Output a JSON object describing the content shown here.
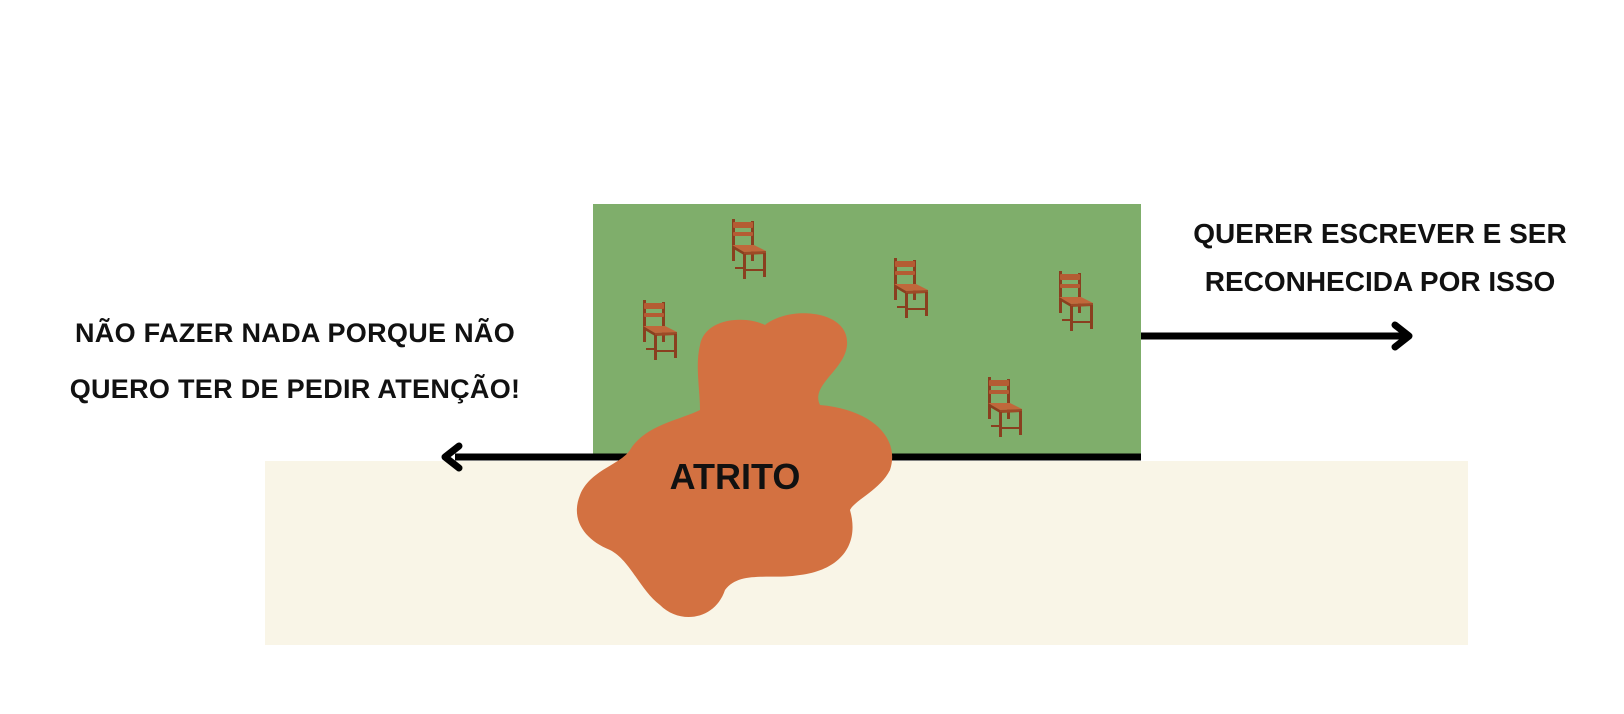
{
  "diagram": {
    "left_force": {
      "lines": [
        "NÃO FAZER NADA PORQUE NÃO",
        "QUERO TER DE PEDIR ATENÇÃO!"
      ]
    },
    "right_force": {
      "lines": [
        "QUERER ESCREVER E SER",
        "RECONHECIDA POR ISSO"
      ]
    },
    "friction": {
      "label": "ATRITO"
    },
    "block": {
      "icons": [
        "chair-icon",
        "chair-icon",
        "chair-icon",
        "chair-icon",
        "chair-icon"
      ]
    },
    "colors": {
      "block": "#7fae6b",
      "ground": "#f9f5e7",
      "friction_blob": "#d37141",
      "arrow": "#000000",
      "chair": "#a5502b"
    }
  }
}
